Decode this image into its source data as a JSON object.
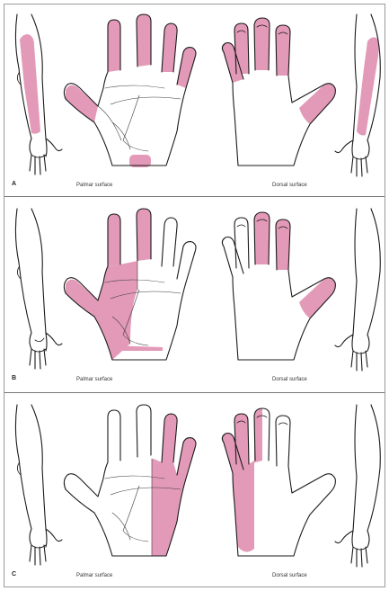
{
  "colors": {
    "shade": "#e39ab8",
    "outline": "#1a1a1a",
    "frame": "#9a9a9a",
    "background": "#ffffff"
  },
  "panels": [
    {
      "letter": "A",
      "palmar_label": "Palmar surface",
      "dorsal_label": "Dorsal surface"
    },
    {
      "letter": "B",
      "palmar_label": "Palmar surface",
      "dorsal_label": "Dorsal surface"
    },
    {
      "letter": "C",
      "palmar_label": "Palmar surface",
      "dorsal_label": "Dorsal surface"
    }
  ]
}
